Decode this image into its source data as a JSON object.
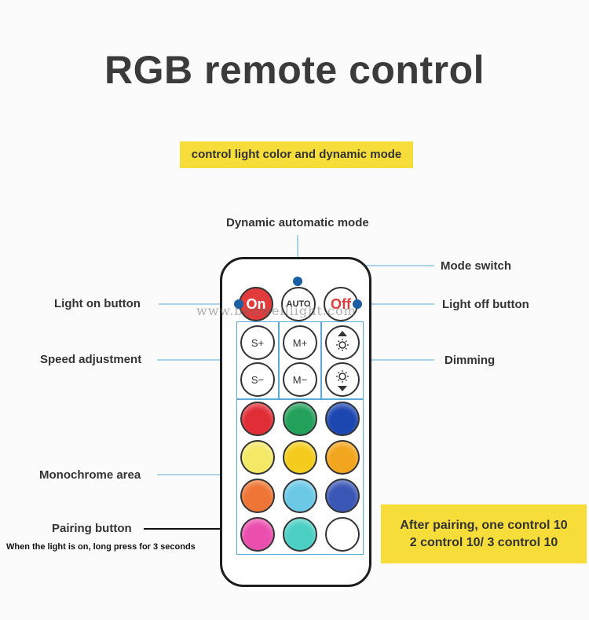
{
  "title": "RGB remote control",
  "subtitle": "control light color and dynamic mode",
  "labels": {
    "dynamic": "Dynamic automatic mode",
    "mode_switch": "Mode switch",
    "light_on": "Light on button",
    "light_off": "Light off button",
    "speed": "Speed adjustment",
    "dimming": "Dimming",
    "monochrome": "Monochrome area",
    "pairing": "Pairing button"
  },
  "pairing_hint": "When the light is on, long press for 3 seconds",
  "note": {
    "line1": "After pairing, one control 10",
    "line2": "2 control 10/ 3 control 10"
  },
  "watermark": "www.benwelllight.com",
  "buttons": {
    "on": "On",
    "auto": "AUTO",
    "off": "Off",
    "s_plus": "S+",
    "s_minus": "S−",
    "m_plus": "M+",
    "m_minus": "M−",
    "dim_up_icon": "brightness-up-icon",
    "dim_down_icon": "brightness-down-icon"
  },
  "colors": {
    "accent": "#f7dd3a",
    "line": "#5aa9d8",
    "dot": "#1a5fa3",
    "color_buttons": [
      "#e02d36",
      "#23a05a",
      "#1d47b0",
      "#f4e867",
      "#f3cc1d",
      "#f2a51e",
      "#ee7535",
      "#6bc9e6",
      "#3b57b6",
      "#ea4fae",
      "#4ccfc3",
      "#ffffff"
    ]
  }
}
